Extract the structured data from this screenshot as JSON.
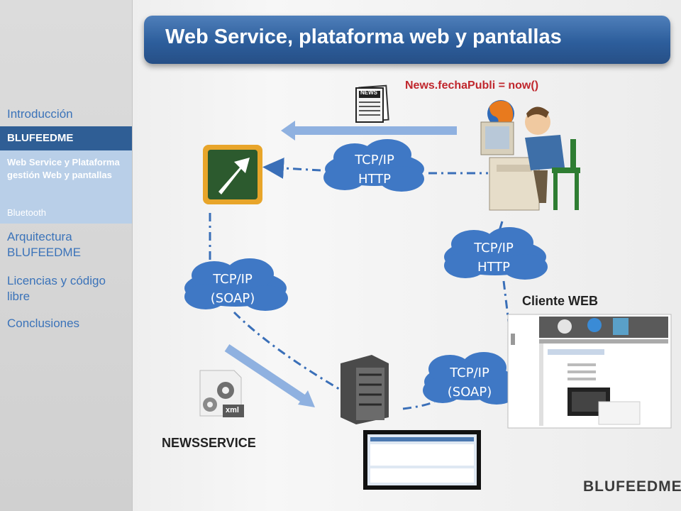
{
  "sidebar": {
    "items": [
      {
        "label": "Introducción"
      },
      {
        "label": "BLUFEEDME"
      },
      {
        "label": "Web Service y Plataforma gestión Web y pantallas"
      },
      {
        "label": "Bluetooth"
      },
      {
        "label": "Arquitectura BLUFEEDME"
      },
      {
        "label": "Licencias y código libre"
      },
      {
        "label": "Conclusiones"
      }
    ]
  },
  "header": {
    "title": "Web Service, plataforma web y pantallas"
  },
  "diagram": {
    "formula": "News.fechaPubli = now()",
    "cloud_top": {
      "line1": "TCP/IP",
      "line2": "HTTP"
    },
    "cloud_right": {
      "line1": "TCP/IP",
      "line2": "HTTP"
    },
    "cloud_left": {
      "line1": "TCP/IP",
      "line2": "(SOAP)"
    },
    "cloud_bottom": {
      "line1": "TCP/IP",
      "line2": "(SOAP)"
    },
    "client_label": "Cliente WEB",
    "service_label": "NEWSSERVICE",
    "news_icon_text": "NEWS",
    "xml_icon_text": "xml"
  },
  "footer": {
    "brand": "BLUFEEDME"
  },
  "colors": {
    "accent": "#2f5e95",
    "cloud": "#3f78c5",
    "connector": "#3a6fb8",
    "arrow": "#8fb1e0",
    "formula": "#c0272d"
  }
}
